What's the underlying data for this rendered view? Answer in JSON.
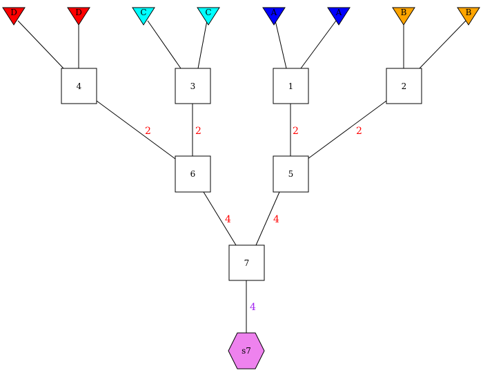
{
  "leaves": [
    {
      "id": "leaf-d-1",
      "label": "D",
      "color": "#ff0000"
    },
    {
      "id": "leaf-d-2",
      "label": "D",
      "color": "#ff0000"
    },
    {
      "id": "leaf-c-1",
      "label": "C",
      "color": "#00ffff"
    },
    {
      "id": "leaf-c-2",
      "label": "C",
      "color": "#00ffff"
    },
    {
      "id": "leaf-a-1",
      "label": "A",
      "color": "#0000ff"
    },
    {
      "id": "leaf-a-2",
      "label": "A",
      "color": "#0000ff"
    },
    {
      "id": "leaf-b-1",
      "label": "B",
      "color": "#ffa500"
    },
    {
      "id": "leaf-b-2",
      "label": "B",
      "color": "#ffa500"
    }
  ],
  "nodes": [
    {
      "id": "node-4",
      "label": "4"
    },
    {
      "id": "node-3",
      "label": "3"
    },
    {
      "id": "node-1",
      "label": "1"
    },
    {
      "id": "node-2",
      "label": "2"
    },
    {
      "id": "node-6",
      "label": "6"
    },
    {
      "id": "node-5",
      "label": "5"
    },
    {
      "id": "node-7",
      "label": "7"
    }
  ],
  "root": {
    "id": "node-s7",
    "label": "s7",
    "color": "#ee82ee"
  },
  "edge_labels": [
    {
      "id": "edge-4-6",
      "label": "2",
      "color": "#ff0000"
    },
    {
      "id": "edge-3-6",
      "label": "2",
      "color": "#ff0000"
    },
    {
      "id": "edge-1-5",
      "label": "2",
      "color": "#ff0000"
    },
    {
      "id": "edge-2-5",
      "label": "2",
      "color": "#ff0000"
    },
    {
      "id": "edge-6-7",
      "label": "4",
      "color": "#ff0000"
    },
    {
      "id": "edge-5-7",
      "label": "4",
      "color": "#ff0000"
    },
    {
      "id": "edge-7-s7",
      "label": "4",
      "color": "#a020f0"
    }
  ]
}
